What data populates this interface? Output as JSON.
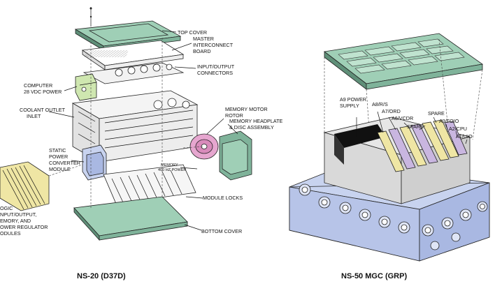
{
  "colors": {
    "cover_green": "#9fcfb6",
    "cover_green_dark": "#5f8f78",
    "pink": "#e6a6cf",
    "yellow_cards": "#efe6a4",
    "chassis_blue": "#c8d3ef",
    "lilac": "#c9b6e0",
    "light_green": "#cfe7b0",
    "outline": "#222222"
  },
  "left_figure": {
    "caption": "NS-20 (D37D)",
    "labels": {
      "top_cover": "TOP COVER",
      "master_1": "MASTER",
      "master_2": "INTERCONNECT",
      "master_3": "BOARD",
      "io_1": "INPUT/OUTPUT",
      "io_2": "CONNECTORS",
      "computer_1": "COMPUTER",
      "computer_2": "28 VDC POWER",
      "coolant_1": "COOLANT OUTLET",
      "coolant_2": "INLET",
      "motor_1": "MEMORY MOTOR",
      "motor_2": "ROTOR",
      "headplate_1": "MEMORY HEADPLATE",
      "headplate_2": "& DISC ASSEMBLY",
      "static_1": "STATIC",
      "static_2": "POWER",
      "static_3": "CONVERTER",
      "static_4": "MODULE",
      "mem400_1": "MEMORY",
      "mem400_2": "400 Hz POWER",
      "module_locks": "MODULE LOCKS",
      "logic_1": "OGIC",
      "logic_2": "NPUT/OUTPUT,",
      "logic_3": "EMORY, AND",
      "logic_4": "OWER REGULATOR",
      "logic_5": "ODULES",
      "bottom_cover": "BOTTOM COVER"
    }
  },
  "right_figure": {
    "caption": "NS-50 MGC (GRP)",
    "labels": {
      "a9_1": "A9 POWER",
      "a9_2": "SUPPLY",
      "a8": "A8/R/S",
      "a7": "A7/ORD",
      "a6": "A6/VCDR",
      "spare1": "SPARE",
      "spare2": "SPARE",
      "a3": "A3/FOIO",
      "a2": "A2/CPU",
      "a1": "A1/UIO"
    }
  }
}
